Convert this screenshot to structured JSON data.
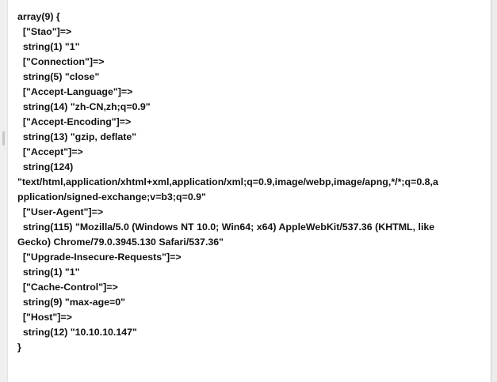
{
  "dump": {
    "lines": [
      "array(9) {",
      "  [\"Stao\"]=>",
      "  string(1) \"1\"",
      "  [\"Connection\"]=>",
      "  string(5) \"close\"",
      "  [\"Accept-Language\"]=>",
      "  string(14) \"zh-CN,zh;q=0.9\"",
      "  [\"Accept-Encoding\"]=>",
      "  string(13) \"gzip, deflate\"",
      "  [\"Accept\"]=>",
      "  string(124)",
      "\"text/html,application/xhtml+xml,application/xml;q=0.9,image/webp,image/apng,*/*;q=0.8,a",
      "pplication/signed-exchange;v=b3;q=0.9\"",
      "  [\"User-Agent\"]=>",
      "  string(115) \"Mozilla/5.0 (Windows NT 10.0; Win64; x64) AppleWebKit/537.36 (KHTML, like",
      "Gecko) Chrome/79.0.3945.130 Safari/537.36\"",
      "  [\"Upgrade-Insecure-Requests\"]=>",
      "  string(1) \"1\"",
      "  [\"Cache-Control\"]=>",
      "  string(9) \"max-age=0\"",
      "  [\"Host\"]=>",
      "  string(12) \"10.10.10.147\"",
      "}"
    ]
  }
}
